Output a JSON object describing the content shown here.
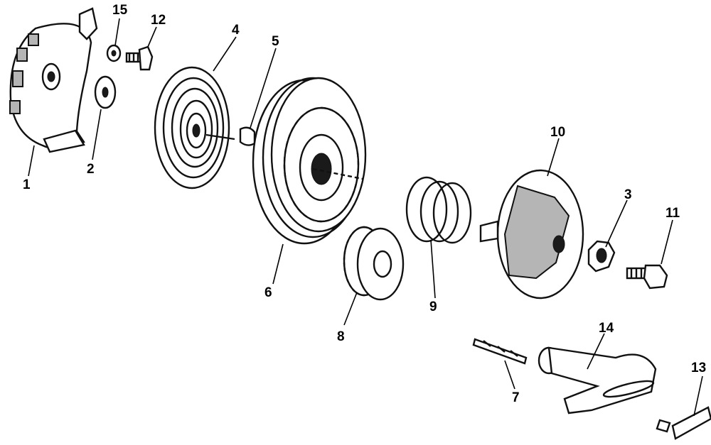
{
  "labels": {
    "p1": "1",
    "p2": "2",
    "p3": "3",
    "p4": "4",
    "p5": "5",
    "p6": "6",
    "p7": "7",
    "p8": "8",
    "p9": "9",
    "p10": "10",
    "p11": "11",
    "p12": "12",
    "p13": "13",
    "p14": "14",
    "p15": "15"
  },
  "colors": {
    "ink": "#111111",
    "shade": "#b5b5b5",
    "background": "#ffffff"
  }
}
